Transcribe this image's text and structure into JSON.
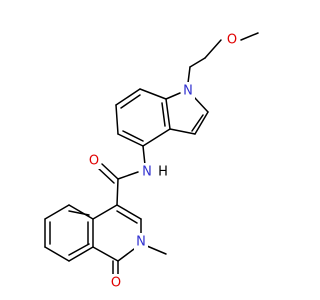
{
  "molecule": {
    "colors": {
      "bond": "#000000",
      "nitrogen": "#3030d0",
      "oxygen": "#e00000",
      "hydrogen_on_n": "#000000",
      "background": "#ffffff"
    },
    "atoms": {
      "methoxy_o": "O",
      "indole_n": "N",
      "amide_n": "N",
      "amide_h": "H",
      "amide_o": "O",
      "isoquinolinone_n": "N",
      "ketone_o": "O"
    }
  }
}
